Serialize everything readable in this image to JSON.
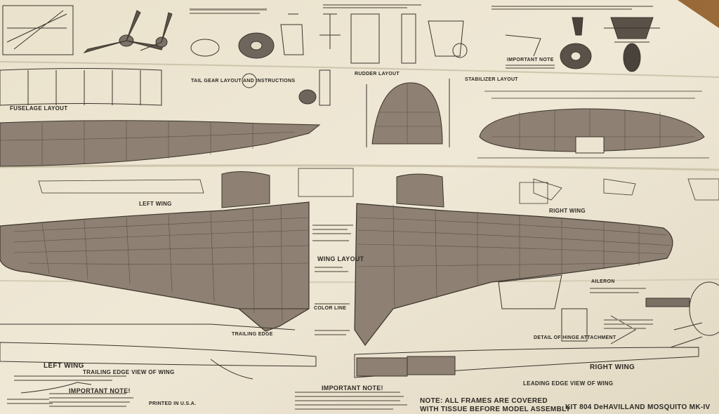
{
  "photo": {
    "labels": {
      "fuselage_layout": "FUSELAGE LAYOUT",
      "tail_gear": "TAIL GEAR LAYOUT AND INSTRUCTIONS",
      "rudder_layout": "RUDDER LAYOUT",
      "stabilizer_layout": "STABILIZER LAYOUT",
      "important_note_top": "IMPORTANT NOTE",
      "left_wing": "LEFT WING",
      "right_wing": "RIGHT WING",
      "wing_layout": "WING LAYOUT",
      "left_wing_bottom": "LEFT WING",
      "right_wing_bottom": "RIGHT WING",
      "trailing_edge_view": "TRAILING EDGE VIEW OF WING",
      "leading_edge_view": "LEADING EDGE VIEW OF WING",
      "important_note_left": "IMPORTANT NOTE!",
      "important_note_mid": "IMPORTANT NOTE!",
      "frames_note_1": "NOTE: ALL FRAMES ARE COVERED",
      "frames_note_2": "WITH TISSUE BEFORE MODEL ASSEMBLY",
      "kit_title": "KIT 804   DeHAVILLAND MOSQUITO MK-IV",
      "detail_hinge": "DETAIL OF HINGE ATTACHMENT",
      "color_line": "COLOR LINE",
      "trailing_edge": "TRAILING EDGE",
      "aileron": "AILERON",
      "printed_usa": "PRINTED IN U.S.A."
    },
    "colors": {
      "background_wood": "#8a5a2b",
      "paper": "#ece4d0",
      "tinted_parts": "#8e8072",
      "ink": "#2e2a24"
    }
  }
}
